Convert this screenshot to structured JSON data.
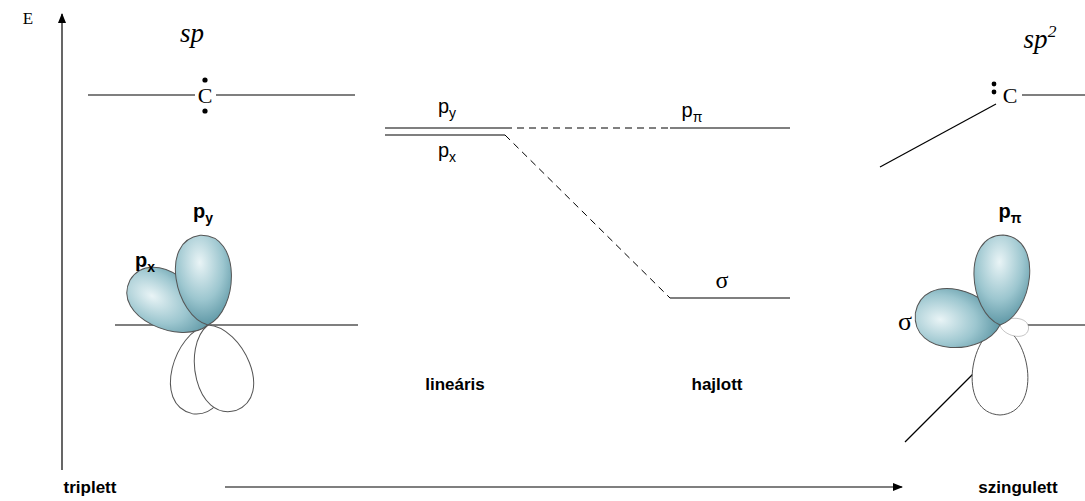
{
  "diagram": {
    "labels": [
      "E",
      "sp",
      "C",
      "sp2",
      "C",
      "py",
      "px",
      "py",
      "px",
      "pπ",
      "σ",
      "lineáris",
      "hajlott",
      "pπ",
      "σ",
      "triplett",
      "szingulett"
    ]
  }
}
